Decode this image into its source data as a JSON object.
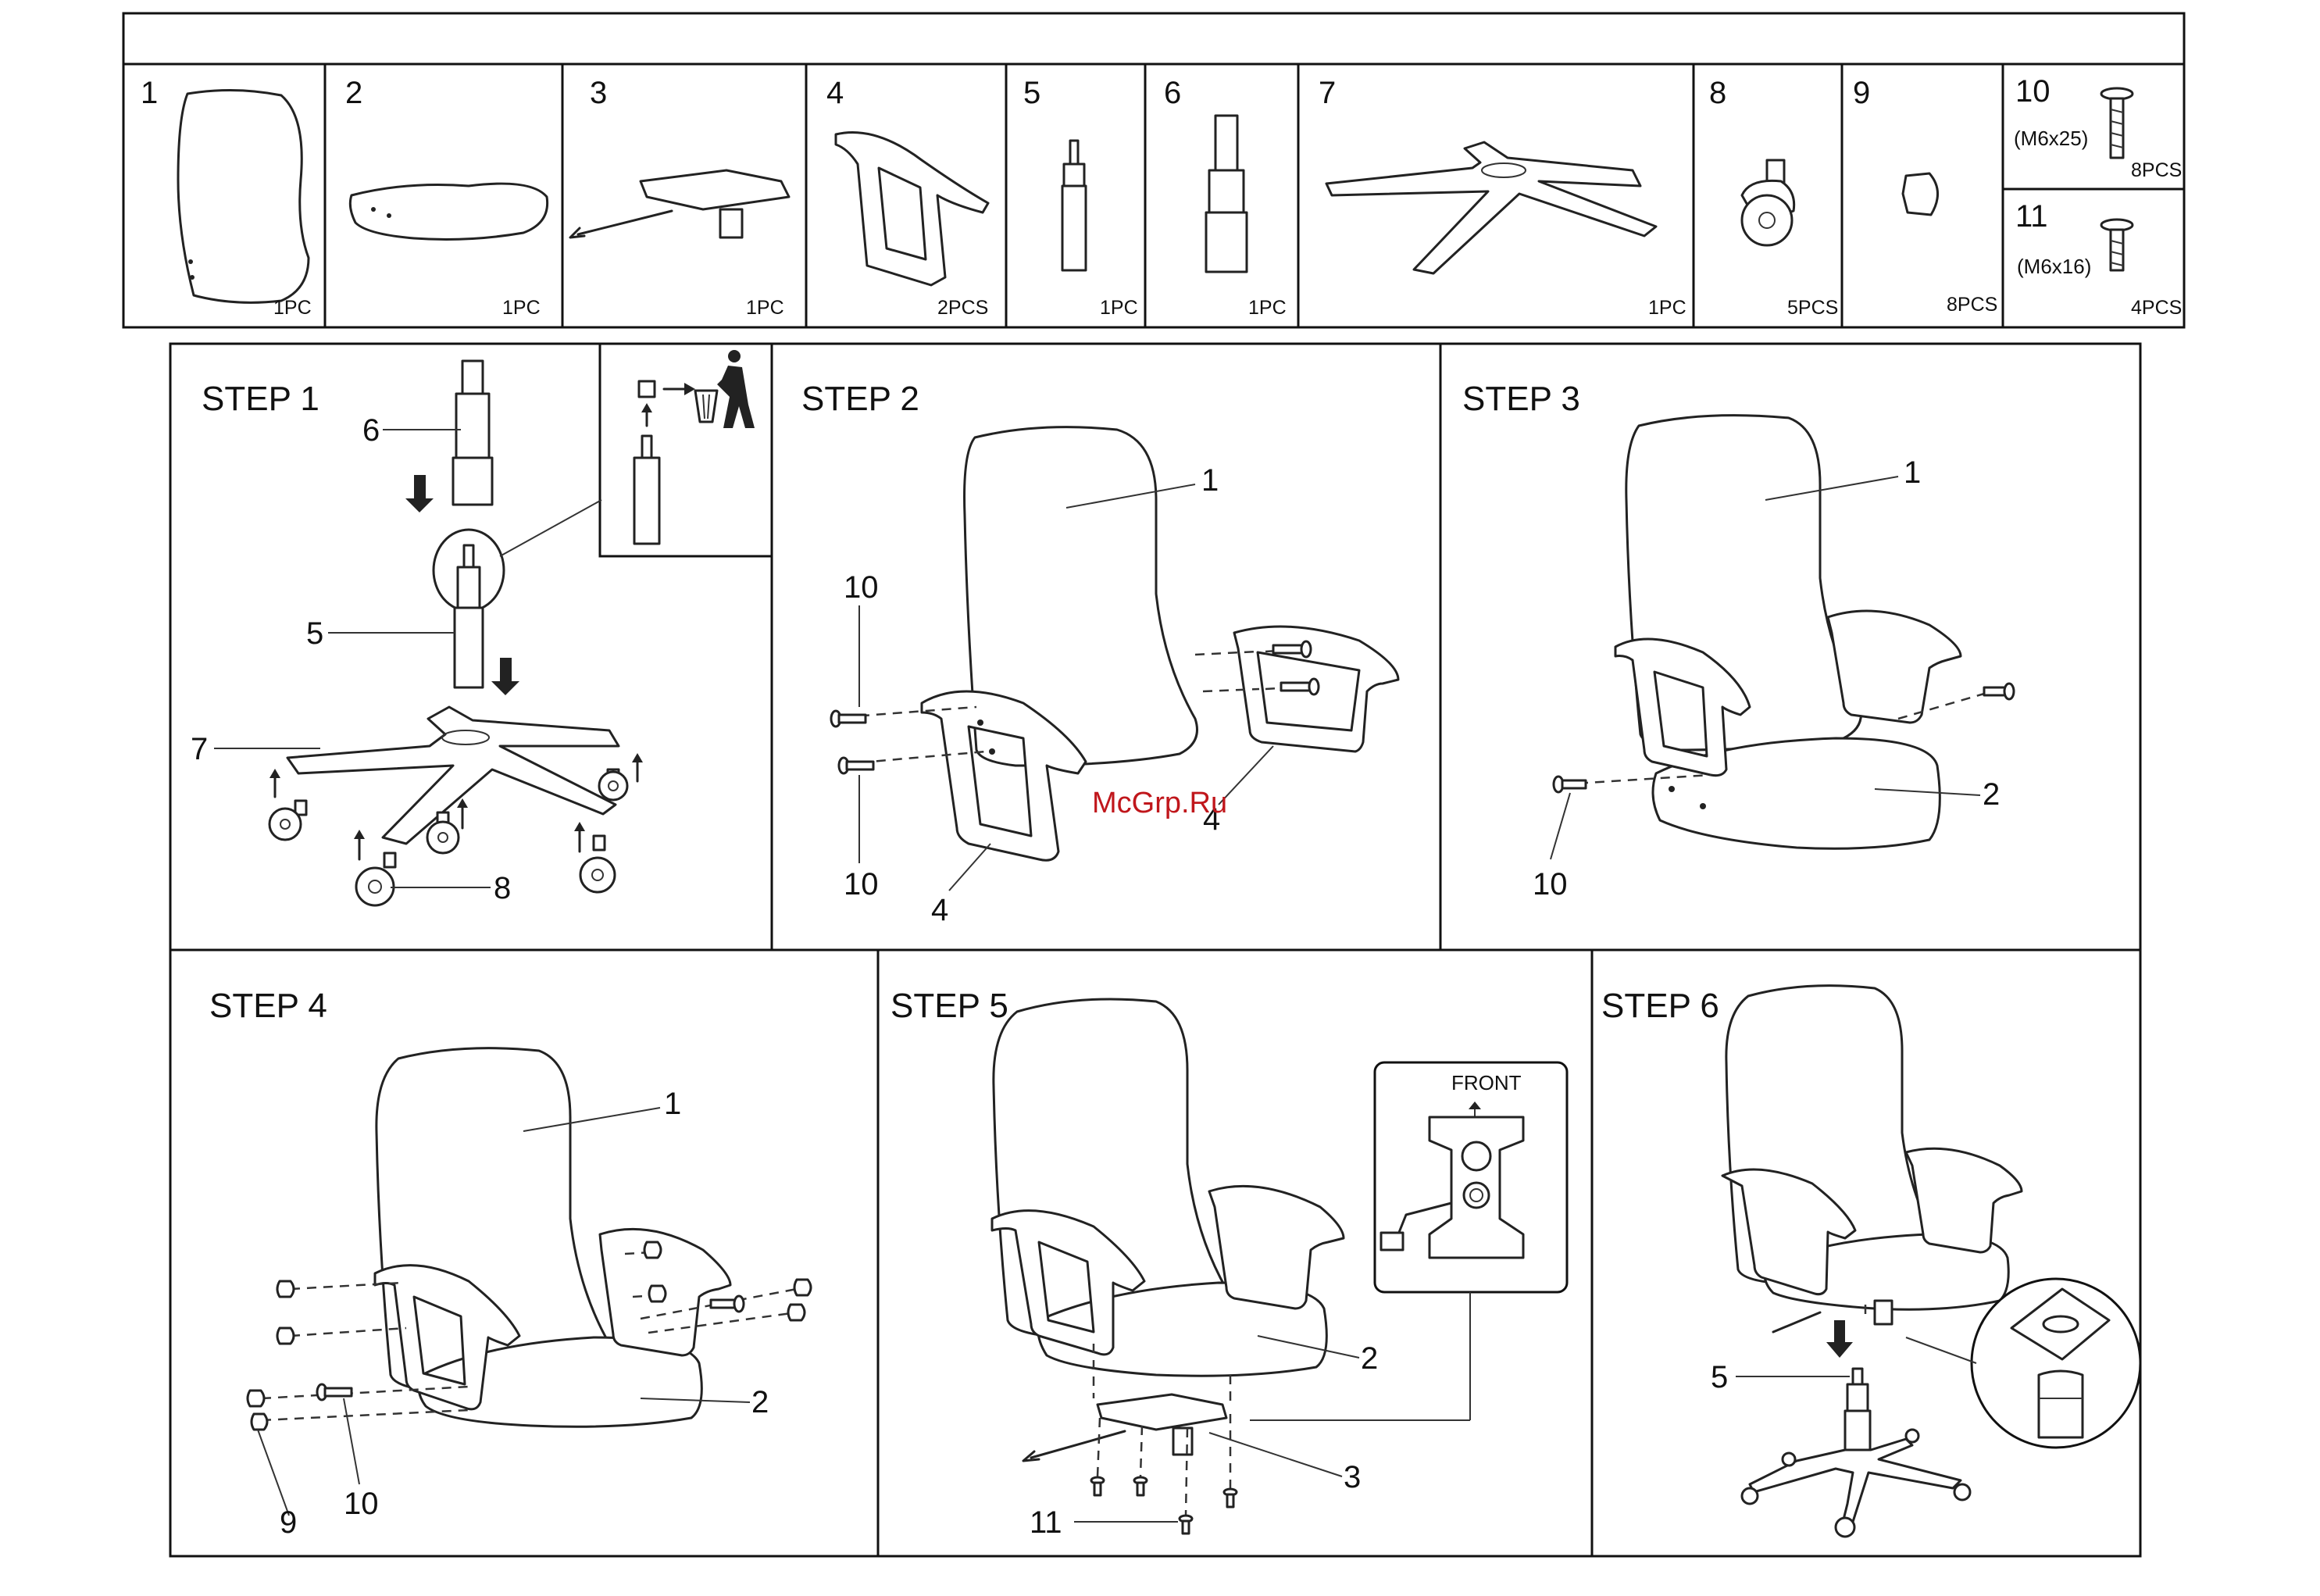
{
  "parts": [
    {
      "number": "1",
      "qty": "1PC"
    },
    {
      "number": "2",
      "qty": "1PC"
    },
    {
      "number": "3",
      "qty": "1PC"
    },
    {
      "number": "4",
      "qty": "2PCS"
    },
    {
      "number": "5",
      "qty": "1PC"
    },
    {
      "number": "6",
      "qty": "1PC"
    },
    {
      "number": "7",
      "qty": "1PC"
    },
    {
      "number": "8",
      "qty": "5PCS"
    },
    {
      "number": "9",
      "qty": "8PCS"
    },
    {
      "number": "10",
      "size": "(M6x25)",
      "qty": "8PCS"
    },
    {
      "number": "11",
      "size": "(M6x16)",
      "qty": "4PCS"
    }
  ],
  "steps": [
    {
      "title": "STEP 1",
      "callouts": [
        "6",
        "5",
        "7",
        "8"
      ]
    },
    {
      "title": "STEP 2",
      "callouts": [
        "1",
        "10",
        "10",
        "4",
        "4"
      ]
    },
    {
      "title": "STEP 3",
      "callouts": [
        "1",
        "2",
        "10"
      ]
    },
    {
      "title": "STEP 4",
      "callouts": [
        "1",
        "2",
        "9",
        "10"
      ]
    },
    {
      "title": "STEP 5",
      "callouts": [
        "2",
        "3",
        "11"
      ],
      "inset_label": "FRONT"
    },
    {
      "title": "STEP 6",
      "callouts": [
        "5"
      ]
    }
  ],
  "watermark": "McGrp.Ru"
}
